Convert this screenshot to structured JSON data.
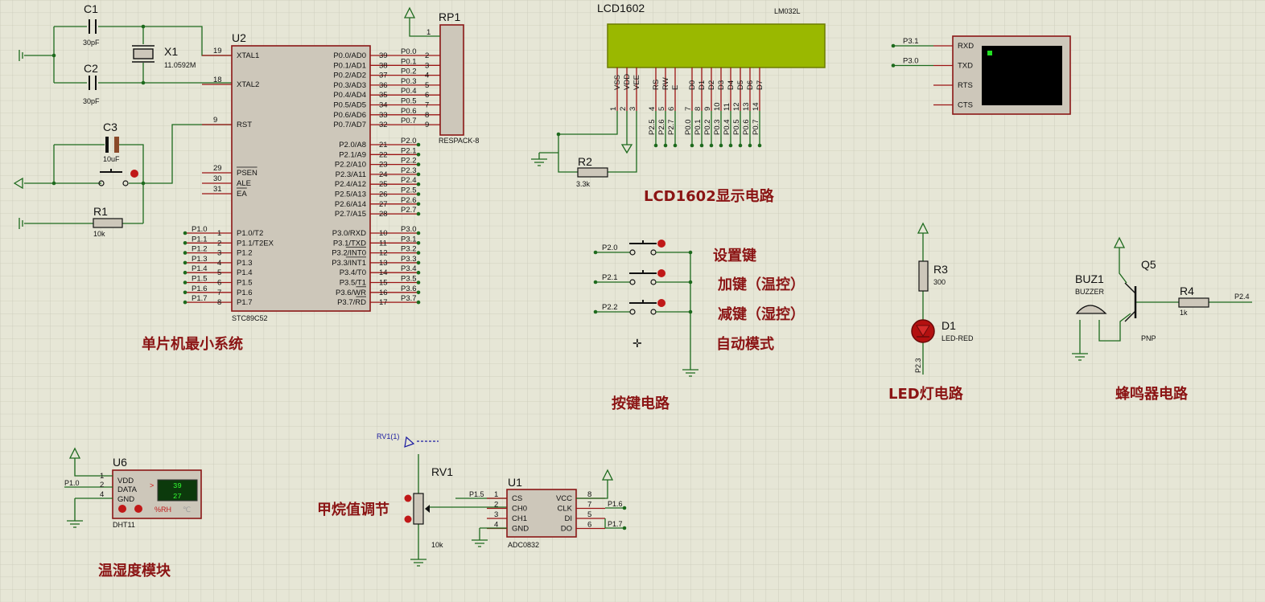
{
  "sections": {
    "mcu": "单片机最小系统",
    "lcd": "LCD1602显示电路",
    "keys": "按键电路",
    "led": "LED灯电路",
    "buzzer": "蜂鸣器电路",
    "dht": "温湿度模块",
    "gas": "甲烷值调节"
  },
  "buttons": [
    "设置键",
    "加键（温控）",
    "减键（湿控）",
    "自动模式"
  ],
  "components": {
    "c1": {
      "ref": "C1",
      "value": "30pF"
    },
    "c2": {
      "ref": "C2",
      "value": "30pF"
    },
    "c3": {
      "ref": "C3",
      "value": "10uF"
    },
    "x1": {
      "ref": "X1",
      "value": "11.0592M"
    },
    "r1": {
      "ref": "R1",
      "value": "10k"
    },
    "r2": {
      "ref": "R2",
      "value": "3.3k"
    },
    "r3": {
      "ref": "R3",
      "value": "300"
    },
    "r4": {
      "ref": "R4",
      "value": "1k"
    },
    "rp1": {
      "ref": "RP1",
      "value": "RESPACK-8"
    },
    "u2": {
      "ref": "U2",
      "value": "STC89C52"
    },
    "lcd": {
      "ref": "LCD1602",
      "value": "LM032L"
    },
    "d1": {
      "ref": "D1",
      "value": "LED-RED"
    },
    "q5": {
      "ref": "Q5",
      "value": "PNP"
    },
    "buz1": {
      "ref": "BUZ1",
      "value": "BUZZER"
    },
    "u6": {
      "ref": "U6",
      "value": "DHT11"
    },
    "rv1": {
      "ref": "RV1",
      "value": "10k",
      "probe": "RV1(1)"
    },
    "u1": {
      "ref": "U1",
      "value": "ADC0832"
    }
  },
  "u2_left_pins": [
    {
      "num": "19",
      "name": "XTAL1"
    },
    {
      "num": "18",
      "name": "XTAL2"
    },
    {
      "num": "9",
      "name": "RST"
    },
    {
      "num": "29",
      "name": "PSEN"
    },
    {
      "num": "30",
      "name": "ALE"
    },
    {
      "num": "31",
      "name": "EA"
    }
  ],
  "u2_p1_pins": [
    {
      "num": "1",
      "name": "P1.0/T2",
      "net": "P1.0"
    },
    {
      "num": "2",
      "name": "P1.1/T2EX",
      "net": "P1.1"
    },
    {
      "num": "3",
      "name": "P1.2",
      "net": "P1.2"
    },
    {
      "num": "4",
      "name": "P1.3",
      "net": "P1.3"
    },
    {
      "num": "5",
      "name": "P1.4",
      "net": "P1.4"
    },
    {
      "num": "6",
      "name": "P1.5",
      "net": "P1.5"
    },
    {
      "num": "7",
      "name": "P1.6",
      "net": "P1.6"
    },
    {
      "num": "8",
      "name": "P1.7",
      "net": "P1.7"
    }
  ],
  "u2_p0_pins": [
    {
      "num": "39",
      "name": "P0.0/AD0",
      "net": "P0.0",
      "rp": "2"
    },
    {
      "num": "38",
      "name": "P0.1/AD1",
      "net": "P0.1",
      "rp": "3"
    },
    {
      "num": "37",
      "name": "P0.2/AD2",
      "net": "P0.2",
      "rp": "4"
    },
    {
      "num": "36",
      "name": "P0.3/AD3",
      "net": "P0.3",
      "rp": "5"
    },
    {
      "num": "35",
      "name": "P0.4/AD4",
      "net": "P0.4",
      "rp": "6"
    },
    {
      "num": "34",
      "name": "P0.5/AD5",
      "net": "P0.5",
      "rp": "7"
    },
    {
      "num": "33",
      "name": "P0.6/AD6",
      "net": "P0.6",
      "rp": "8"
    },
    {
      "num": "32",
      "name": "P0.7/AD7",
      "net": "P0.7",
      "rp": "9"
    }
  ],
  "u2_p2_pins": [
    {
      "num": "21",
      "name": "P2.0/A8",
      "net": "P2.0"
    },
    {
      "num": "22",
      "name": "P2.1/A9",
      "net": "P2.1"
    },
    {
      "num": "23",
      "name": "P2.2/A10",
      "net": "P2.2"
    },
    {
      "num": "24",
      "name": "P2.3/A11",
      "net": "P2.3"
    },
    {
      "num": "25",
      "name": "P2.4/A12",
      "net": "P2.4"
    },
    {
      "num": "26",
      "name": "P2.5/A13",
      "net": "P2.5"
    },
    {
      "num": "27",
      "name": "P2.6/A14",
      "net": "P2.6"
    },
    {
      "num": "28",
      "name": "P2.7/A15",
      "net": "P2.7"
    }
  ],
  "u2_p3_pins": [
    {
      "num": "10",
      "name": "P3.0/RXD",
      "net": "P3.0"
    },
    {
      "num": "11",
      "name": "P3.1/TXD",
      "net": "P3.1"
    },
    {
      "num": "12",
      "name": "P3.2/INT0",
      "net": "P3.2"
    },
    {
      "num": "13",
      "name": "P3.3/INT1",
      "net": "P3.3"
    },
    {
      "num": "14",
      "name": "P3.4/T0",
      "net": "P3.4"
    },
    {
      "num": "15",
      "name": "P3.5/T1",
      "net": "P3.5"
    },
    {
      "num": "16",
      "name": "P3.6/WR",
      "net": "P3.6"
    },
    {
      "num": "17",
      "name": "P3.7/RD",
      "net": "P3.7"
    }
  ],
  "rp1_pin1": "1",
  "lcd_pins": [
    {
      "name": "VSS",
      "num": "1",
      "net": ""
    },
    {
      "name": "VDD",
      "num": "2",
      "net": ""
    },
    {
      "name": "VEE",
      "num": "3",
      "net": ""
    },
    {
      "name": "RS",
      "num": "4",
      "net": "P2.5"
    },
    {
      "name": "RW",
      "num": "5",
      "net": "P2.6"
    },
    {
      "name": "E",
      "num": "6",
      "net": "P2.7"
    },
    {
      "name": "D0",
      "num": "7",
      "net": "P0.0"
    },
    {
      "name": "D1",
      "num": "8",
      "net": "P0.1"
    },
    {
      "name": "D2",
      "num": "9",
      "net": "P0.2"
    },
    {
      "name": "D3",
      "num": "10",
      "net": "P0.3"
    },
    {
      "name": "D4",
      "num": "11",
      "net": "P0.4"
    },
    {
      "name": "D5",
      "num": "12",
      "net": "P0.5"
    },
    {
      "name": "D6",
      "num": "13",
      "net": "P0.6"
    },
    {
      "name": "D7",
      "num": "14",
      "net": "P0.7"
    }
  ],
  "terminal": {
    "pins": [
      "RXD",
      "TXD",
      "RTS",
      "CTS"
    ],
    "nets": [
      "P3.1",
      "P3.0"
    ]
  },
  "keys_nets": [
    "P2.0",
    "P2.1",
    "P2.2"
  ],
  "led_net": "P2.3",
  "buzzer_net": "P2.4",
  "dht": {
    "pins": [
      {
        "num": "1",
        "name": "VDD"
      },
      {
        "num": "2",
        "name": "DATA"
      },
      {
        "num": "4",
        "name": "GND"
      }
    ],
    "net": "P1.0",
    "temp": "39",
    "hum": "27",
    "arrow": ">",
    "unit": "%RH",
    "unit_temp": "℃"
  },
  "adc": {
    "left_pins": [
      {
        "num": "1",
        "name": "CS"
      },
      {
        "num": "2",
        "name": "CH0"
      },
      {
        "num": "3",
        "name": "CH1"
      },
      {
        "num": "4",
        "name": "GND"
      }
    ],
    "right_pins": [
      {
        "num": "8",
        "name": "VCC"
      },
      {
        "num": "7",
        "name": "CLK"
      },
      {
        "num": "5",
        "name": "DI"
      },
      {
        "num": "6",
        "name": "DO"
      }
    ],
    "nets": {
      "cs": "P1.5",
      "clk": "P1.6",
      "do": "P1.7"
    }
  }
}
